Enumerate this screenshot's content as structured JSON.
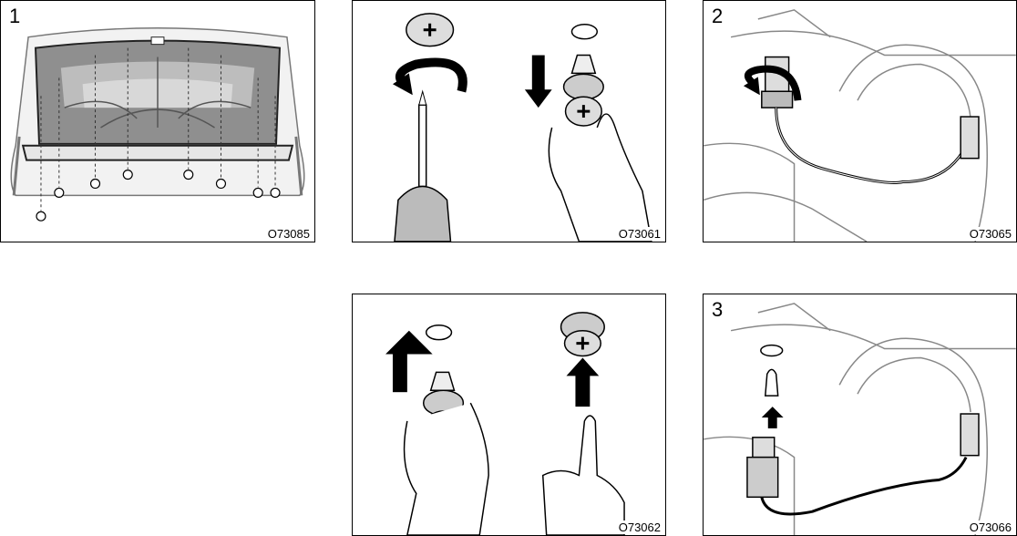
{
  "figures": [
    {
      "id": "fig1",
      "step": "1",
      "code": "O73085"
    },
    {
      "id": "fig2",
      "step": "",
      "code": "O73061"
    },
    {
      "id": "fig3",
      "step": "2",
      "code": "O73065"
    },
    {
      "id": "fig4",
      "step": "",
      "code": "O73062"
    },
    {
      "id": "fig5",
      "step": "3",
      "code": "O73066"
    }
  ]
}
